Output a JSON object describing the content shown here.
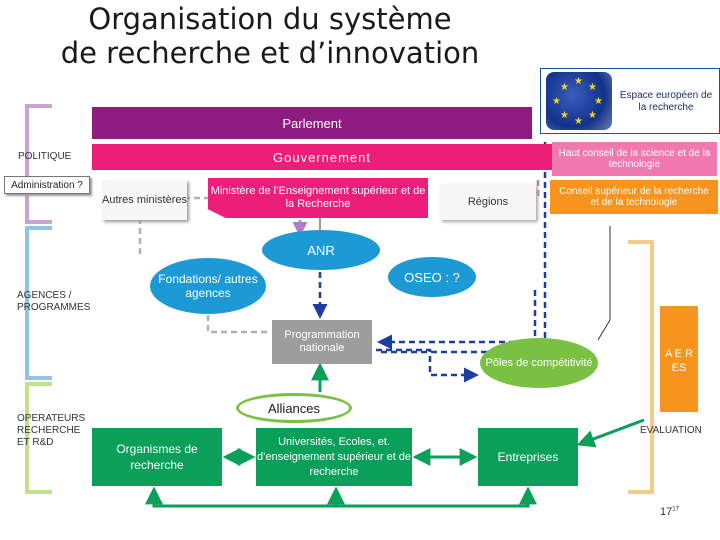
{
  "title": {
    "line1": "Organisation du système",
    "line2": "de recherche et d’innovation"
  },
  "espace": {
    "label": "Espace européen de la recherche"
  },
  "parlement": "Parlement",
  "gouvernement": "Gouvernement",
  "haut_conseil": "Haut conseil de la science et de la technologie",
  "ministere": "Ministère de l’Enseignement supérieur et de la Recherche",
  "autres_ministeres": "Autres ministères",
  "regions": "Régions",
  "conseil_superieur": "Conseil supérieur de la recherche et de la technologie",
  "administration": "Administration ?",
  "anr": "ANR",
  "oseo": "OSEO : ?",
  "fondations": "Fondations/ autres agences",
  "programmation": "Programmation nationale",
  "poles": "Pôles de compétitivité",
  "aers": "A E R ES",
  "alliances": "Alliances",
  "organismes": "Organismes de recherche",
  "universites": "Universités, Ecoles, et. d’enseignement supérieur et de recherche",
  "entreprises": "Entreprises",
  "evaluation": "EVALUATION",
  "left_labels": {
    "politique": "POLITIQUE",
    "agences": "AGENCES / PROGRAMMES",
    "operateurs": "OPERATEURS RECHERCHE ET R&D"
  },
  "page_number": "17",
  "page_sup": "17",
  "colors": {
    "parlement": "#8e1b7f",
    "gouvernement": "#ec1e7a",
    "agence_blue": "#1d9ad6",
    "operateur_green": "#0aa05a",
    "evaluation_orange": "#f7941e",
    "bracket_purple": "#c9a2d6",
    "bracket_blue": "#8ec3ea",
    "bracket_green": "#c3e08a"
  }
}
